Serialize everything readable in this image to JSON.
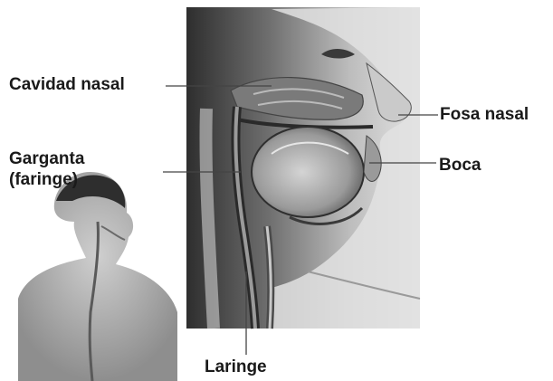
{
  "labels": {
    "cavidad_nasal": "Cavidad nasal",
    "fosa_nasal": "Fosa nasal",
    "garganta_line1": "Garganta",
    "garganta_line2": "(faringe)",
    "boca": "Boca",
    "laringe": "Laringe"
  },
  "colors": {
    "ink": "#1a1a1a",
    "panel_dark": "#3a3a3a",
    "panel_mid": "#8a8a8a",
    "panel_light": "#d8d8d8",
    "background": "#ffffff"
  }
}
